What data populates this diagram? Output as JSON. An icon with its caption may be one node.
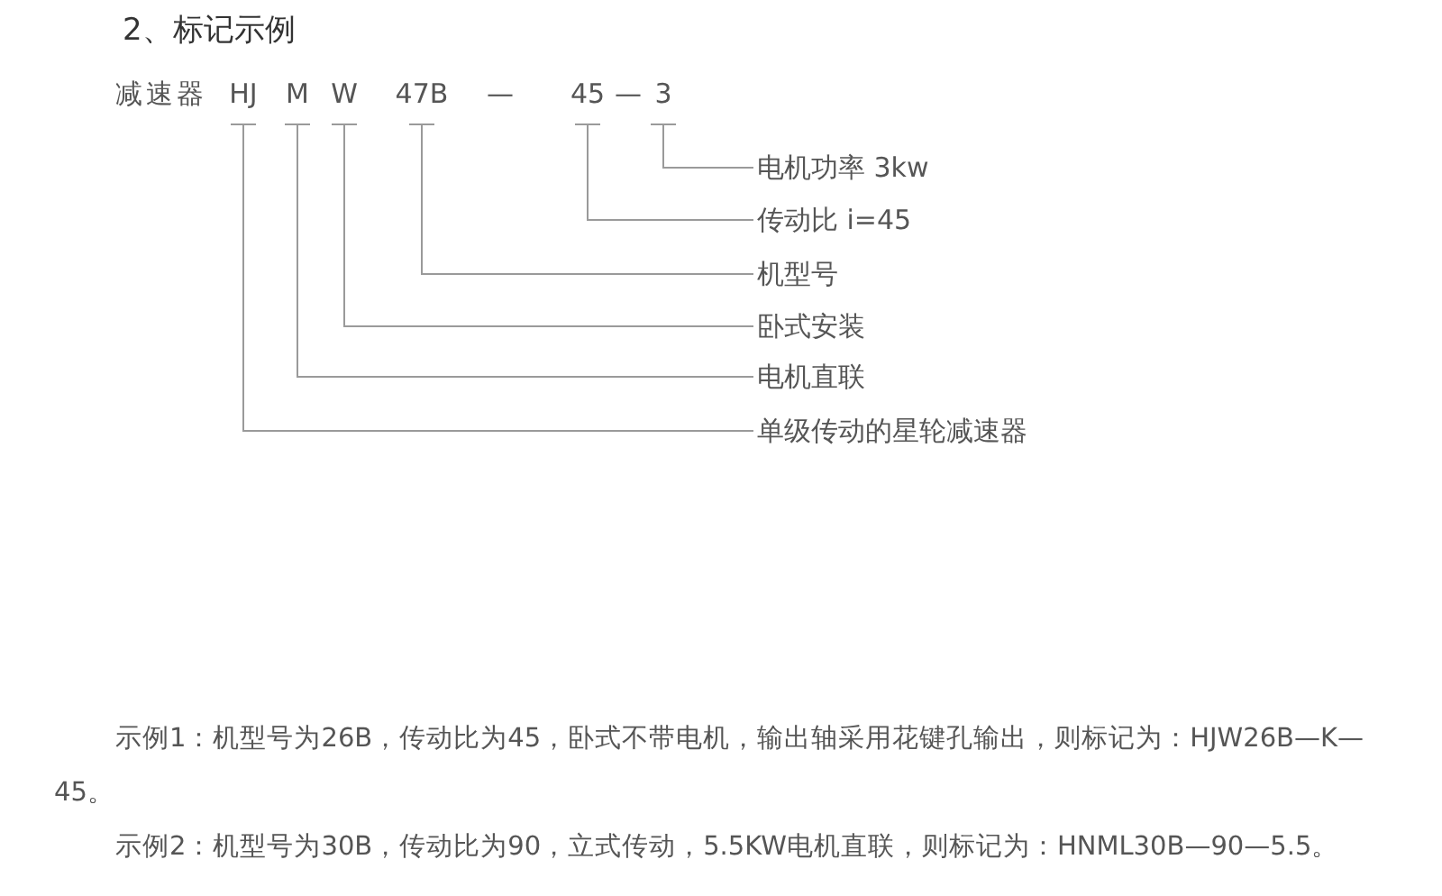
{
  "diagram": {
    "title": "2、标记示例",
    "nodes": [
      {
        "text": [
          "HJ"
        ]
      },
      {
        "text": [
          "M"
        ]
      },
      {
        "text": [
          "W"
        ]
      },
      {
        "text": [
          "47B"
        ]
      },
      {
        "text": [
          "45"
        ]
      },
      {
        "text": [
          "3"
        ]
      },
      {
        "text": [
          "电机功率 3kw"
        ]
      },
      {
        "text": [
          "传动比 i=45"
        ]
      },
      {
        "text": [
          "机型号"
        ]
      },
      {
        "text": [
          "卧式安装"
        ]
      },
      {
        "text": [
          "电机直联"
        ]
      },
      {
        "text": [
          "单级传动的星轮减速器"
        ]
      }
    ],
    "edges": [
      {
        "from": 5,
        "to": 6,
        "arrow": "none"
      },
      {
        "from": 4,
        "to": 7,
        "arrow": "none"
      },
      {
        "from": 3,
        "to": 8,
        "arrow": "none"
      },
      {
        "from": 2,
        "to": 9,
        "arrow": "none"
      },
      {
        "from": 1,
        "to": 10,
        "arrow": "none"
      },
      {
        "from": 0,
        "to": 11,
        "arrow": "none"
      }
    ],
    "labels": [
      "减速器",
      "—",
      "—",
      "示例1：机型号为26B，传动比为45，卧式不带电机，输出轴采用花键孔输出，则标记为：HJW26B—K—45。",
      "示例2：机型号为30B，传动比为90，立式传动，5.5KW电机直联，则标记为：HNML30B—90—5.5。"
    ]
  }
}
